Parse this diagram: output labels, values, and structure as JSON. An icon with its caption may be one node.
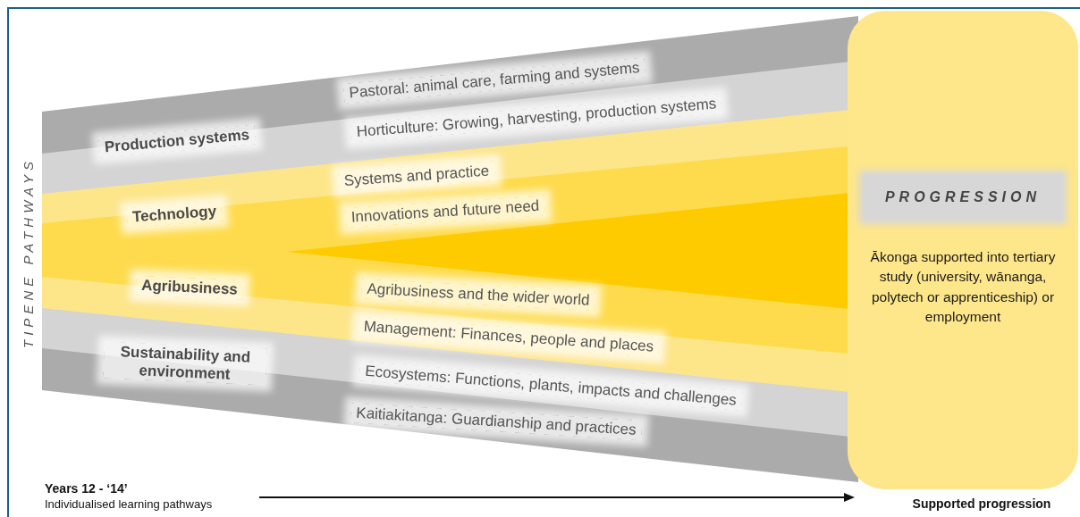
{
  "diagram": {
    "nodes": [
      {
        "text": [
          "Ākonga supported into tertiary study (university, wānanga, polytech or apprenticeship) or employment"
        ]
      },
      {
        "text": [
          "PROGRESSION"
        ],
        "in": 0
      }
    ],
    "labels": [
      "Pastoral: animal care, farming and systems",
      "Horticulture: Growing, harvesting, production systems",
      "Production systems",
      "TIPENE PATHWAYS",
      "Systems and practice",
      "Technology",
      "Innovations and future need",
      "Agribusiness",
      "Agribusiness and the wider world",
      "Management: Finances, people and places",
      "Sustainability and environment",
      "Ecosystems: Functions, plants, impacts and challenges",
      "Kaitiakitanga: Guardianship and practices",
      "Years 12 - ‘14’",
      "Supported progression",
      "Individualised learning pathways"
    ]
  }
}
